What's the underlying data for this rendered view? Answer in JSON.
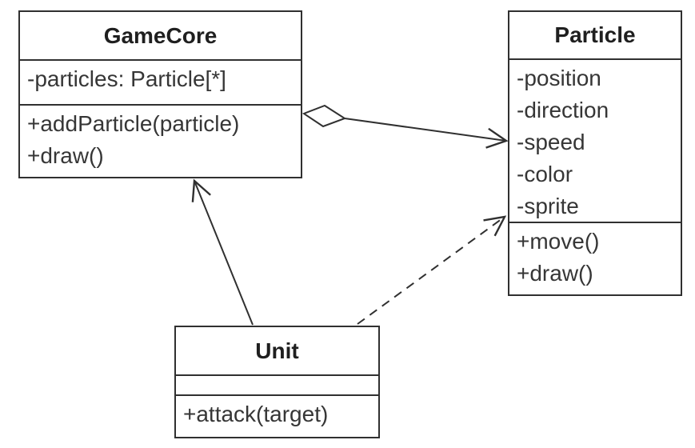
{
  "diagram": {
    "type": "uml-class-diagram",
    "background_color": "#ffffff",
    "stroke_color": "#303030",
    "text_color": "#363636",
    "classes": [
      {
        "name": "GameCore",
        "attributes": [
          "-particles: Particle[*]"
        ],
        "methods": [
          "+addParticle(particle)",
          "+draw()"
        ]
      },
      {
        "name": "Particle",
        "attributes": [
          "-position",
          "-direction",
          "-speed",
          "-color",
          "-sprite"
        ],
        "methods": [
          "+move()",
          "+draw()"
        ]
      },
      {
        "name": "Unit",
        "attributes": [],
        "methods": [
          "+attack(target)"
        ]
      }
    ],
    "relationships": [
      {
        "from": "GameCore",
        "to": "Particle",
        "type": "aggregation",
        "line_style": "solid",
        "marker_at_from": "hollow-diamond",
        "marker_at_to": "open-arrow"
      },
      {
        "from": "Unit",
        "to": "GameCore",
        "type": "association",
        "line_style": "solid",
        "marker_at_to": "open-arrow"
      },
      {
        "from": "Unit",
        "to": "Particle",
        "type": "dependency",
        "line_style": "dashed",
        "marker_at_to": "open-arrow"
      }
    ]
  }
}
